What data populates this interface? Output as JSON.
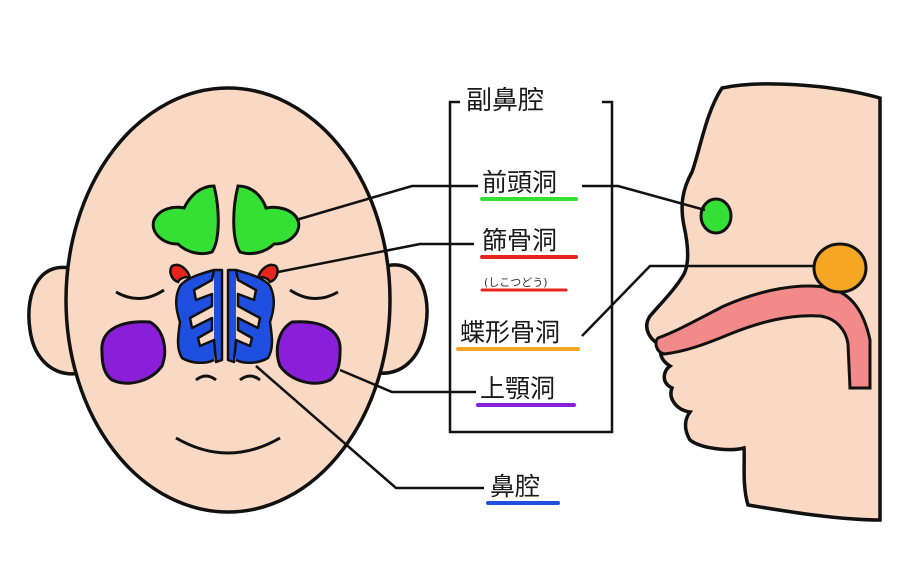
{
  "diagram": {
    "title": "副鼻腔",
    "labels": {
      "frontal_sinus": "前頭洞",
      "ethmoid_sinus": "篩骨洞",
      "ethmoid_reading": "(しこつどう)",
      "sphenoid_sinus": "蝶形骨洞",
      "maxillary_sinus": "上顎洞",
      "nasal_cavity": "鼻腔"
    },
    "colors": {
      "skin": "#f9d9c3",
      "outline": "#111111",
      "frontal": "#35e035",
      "ethmoid": "#e8251c",
      "sphenoid": "#f5a623",
      "maxillary": "#8a1fd9",
      "nasal": "#1f4fe0",
      "airway": "#f28a8a"
    }
  }
}
